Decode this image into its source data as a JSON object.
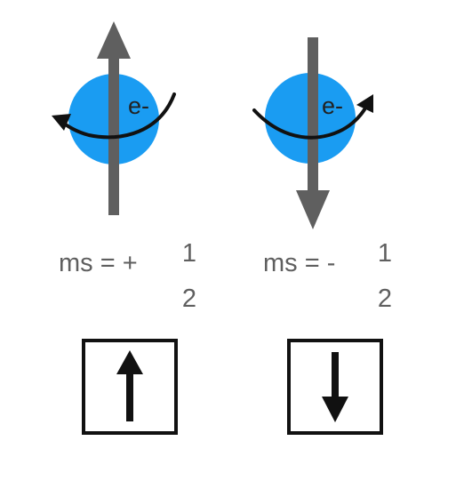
{
  "colors": {
    "electron": "#1a9cf2",
    "spin_axis": "#5f5f5f",
    "rotation_arrow": "#111111",
    "text": "#5f5f5f",
    "box_border": "#111111",
    "box_arrow": "#111111"
  },
  "spin_up": {
    "electron_label": "e-",
    "quantum_number": "ms = +",
    "fraction_numerator": "1",
    "fraction_denominator": "2",
    "box_arrow_icon": "arrow-up-icon"
  },
  "spin_down": {
    "electron_label": "e-",
    "quantum_number": "ms = -",
    "fraction_numerator": "1",
    "fraction_denominator": "2",
    "box_arrow_icon": "arrow-down-icon"
  }
}
